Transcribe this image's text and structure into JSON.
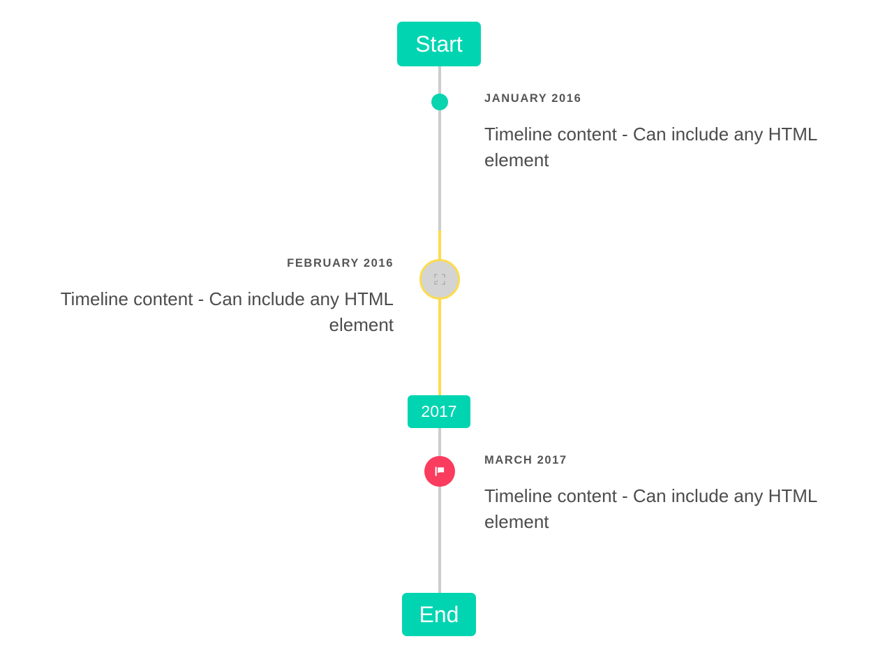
{
  "timeline": {
    "axis": {
      "line_color": "#cccccc",
      "accent_line_color": "#fcdc4d"
    },
    "caps": {
      "start_label": "Start",
      "middle_label": "2017",
      "end_label": "End",
      "badge_color": "#00d4b1",
      "badge_text_color": "#ffffff"
    },
    "entries": [
      {
        "date": "January 2016",
        "body": "Timeline content - Can include any HTML element",
        "side": "right",
        "marker": "dot-marker",
        "marker_color": "#09d4b0"
      },
      {
        "date": "February 2016",
        "body": "Timeline content - Can include any HTML element",
        "side": "left",
        "marker": "broken-image-icon",
        "marker_color": "#d4d4d4",
        "marker_border_color": "#fcdc4d"
      },
      {
        "date": "March 2017",
        "body": "Timeline content - Can include any HTML element",
        "side": "right",
        "marker": "flag-icon",
        "marker_color": "#fa3c5f"
      }
    ]
  }
}
